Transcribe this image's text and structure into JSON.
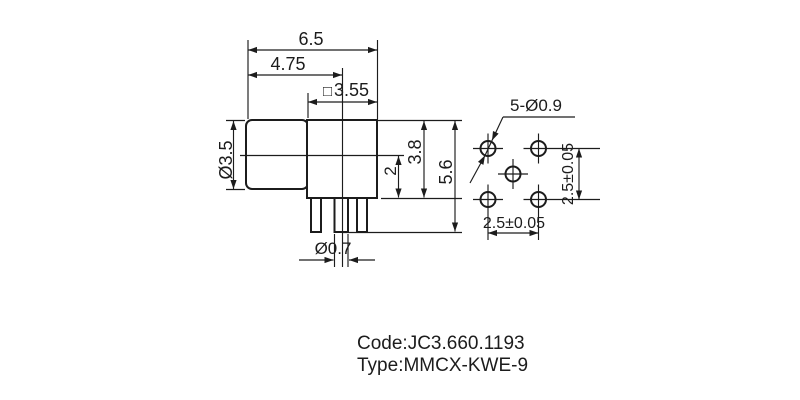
{
  "meta": {
    "background_color": "#ffffff",
    "line_color": "#1c1c1c",
    "drawing_kind": "connector dimensional drawing"
  },
  "side_view": {
    "dim_total_width": "6.5",
    "dim_flange_width": "4.75",
    "dim_body_square_symbol": "□",
    "dim_body_square": "3.55",
    "dim_barrel_diameter": "Ø3.5",
    "dim_center_to_base": "2",
    "dim_body_height": "3.8",
    "dim_total_height": "5.6",
    "dim_pin_diameter": "Ø0.7"
  },
  "hole_pattern_view": {
    "dim_holes": "5-Ø0.9",
    "dim_pitch_vertical": "2.5±0.05",
    "dim_pitch_horizontal": "2.5±0.05"
  },
  "title_block": {
    "code": "Code:JC3.660.1193",
    "type": "Type:MMCX-KWE-9"
  }
}
